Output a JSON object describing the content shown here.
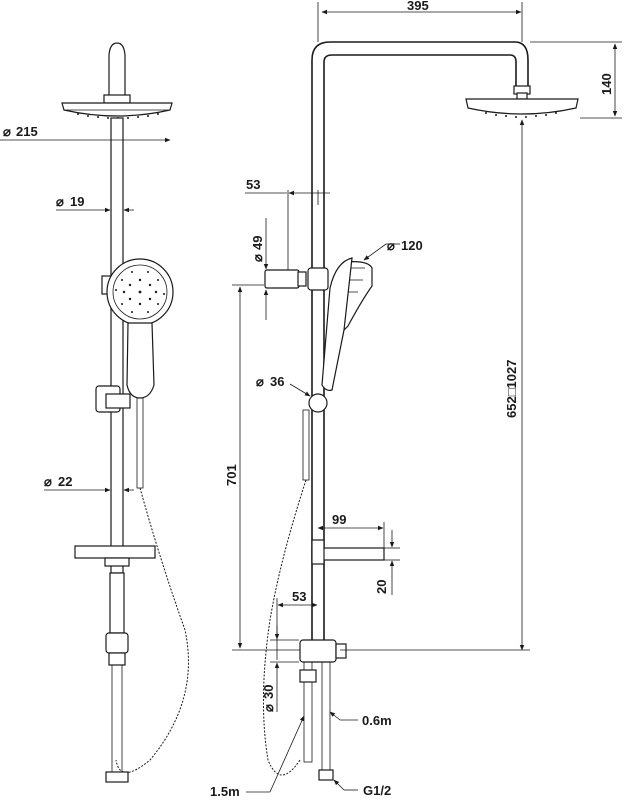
{
  "labels": {
    "width_top": "395",
    "height_head": "140",
    "diam_head": "215",
    "diam_rail_top": "19",
    "offset_53_top": "53",
    "diam_holder": "49",
    "diam_handshower": "120",
    "diam_slider": "36",
    "height_701": "701",
    "height_range": "652□1027",
    "diam_rail_bottom": "22",
    "shelf_depth": "99",
    "shelf_height": "20",
    "offset_53_bottom": "53",
    "diam_mixer": "30",
    "hose_short": "0.6m",
    "hose_long": "1.5m",
    "thread": "G1/2"
  },
  "symbols": {
    "diameter": "⌀"
  },
  "colors": {
    "line": "#1a1a1a",
    "background": "#ffffff"
  }
}
